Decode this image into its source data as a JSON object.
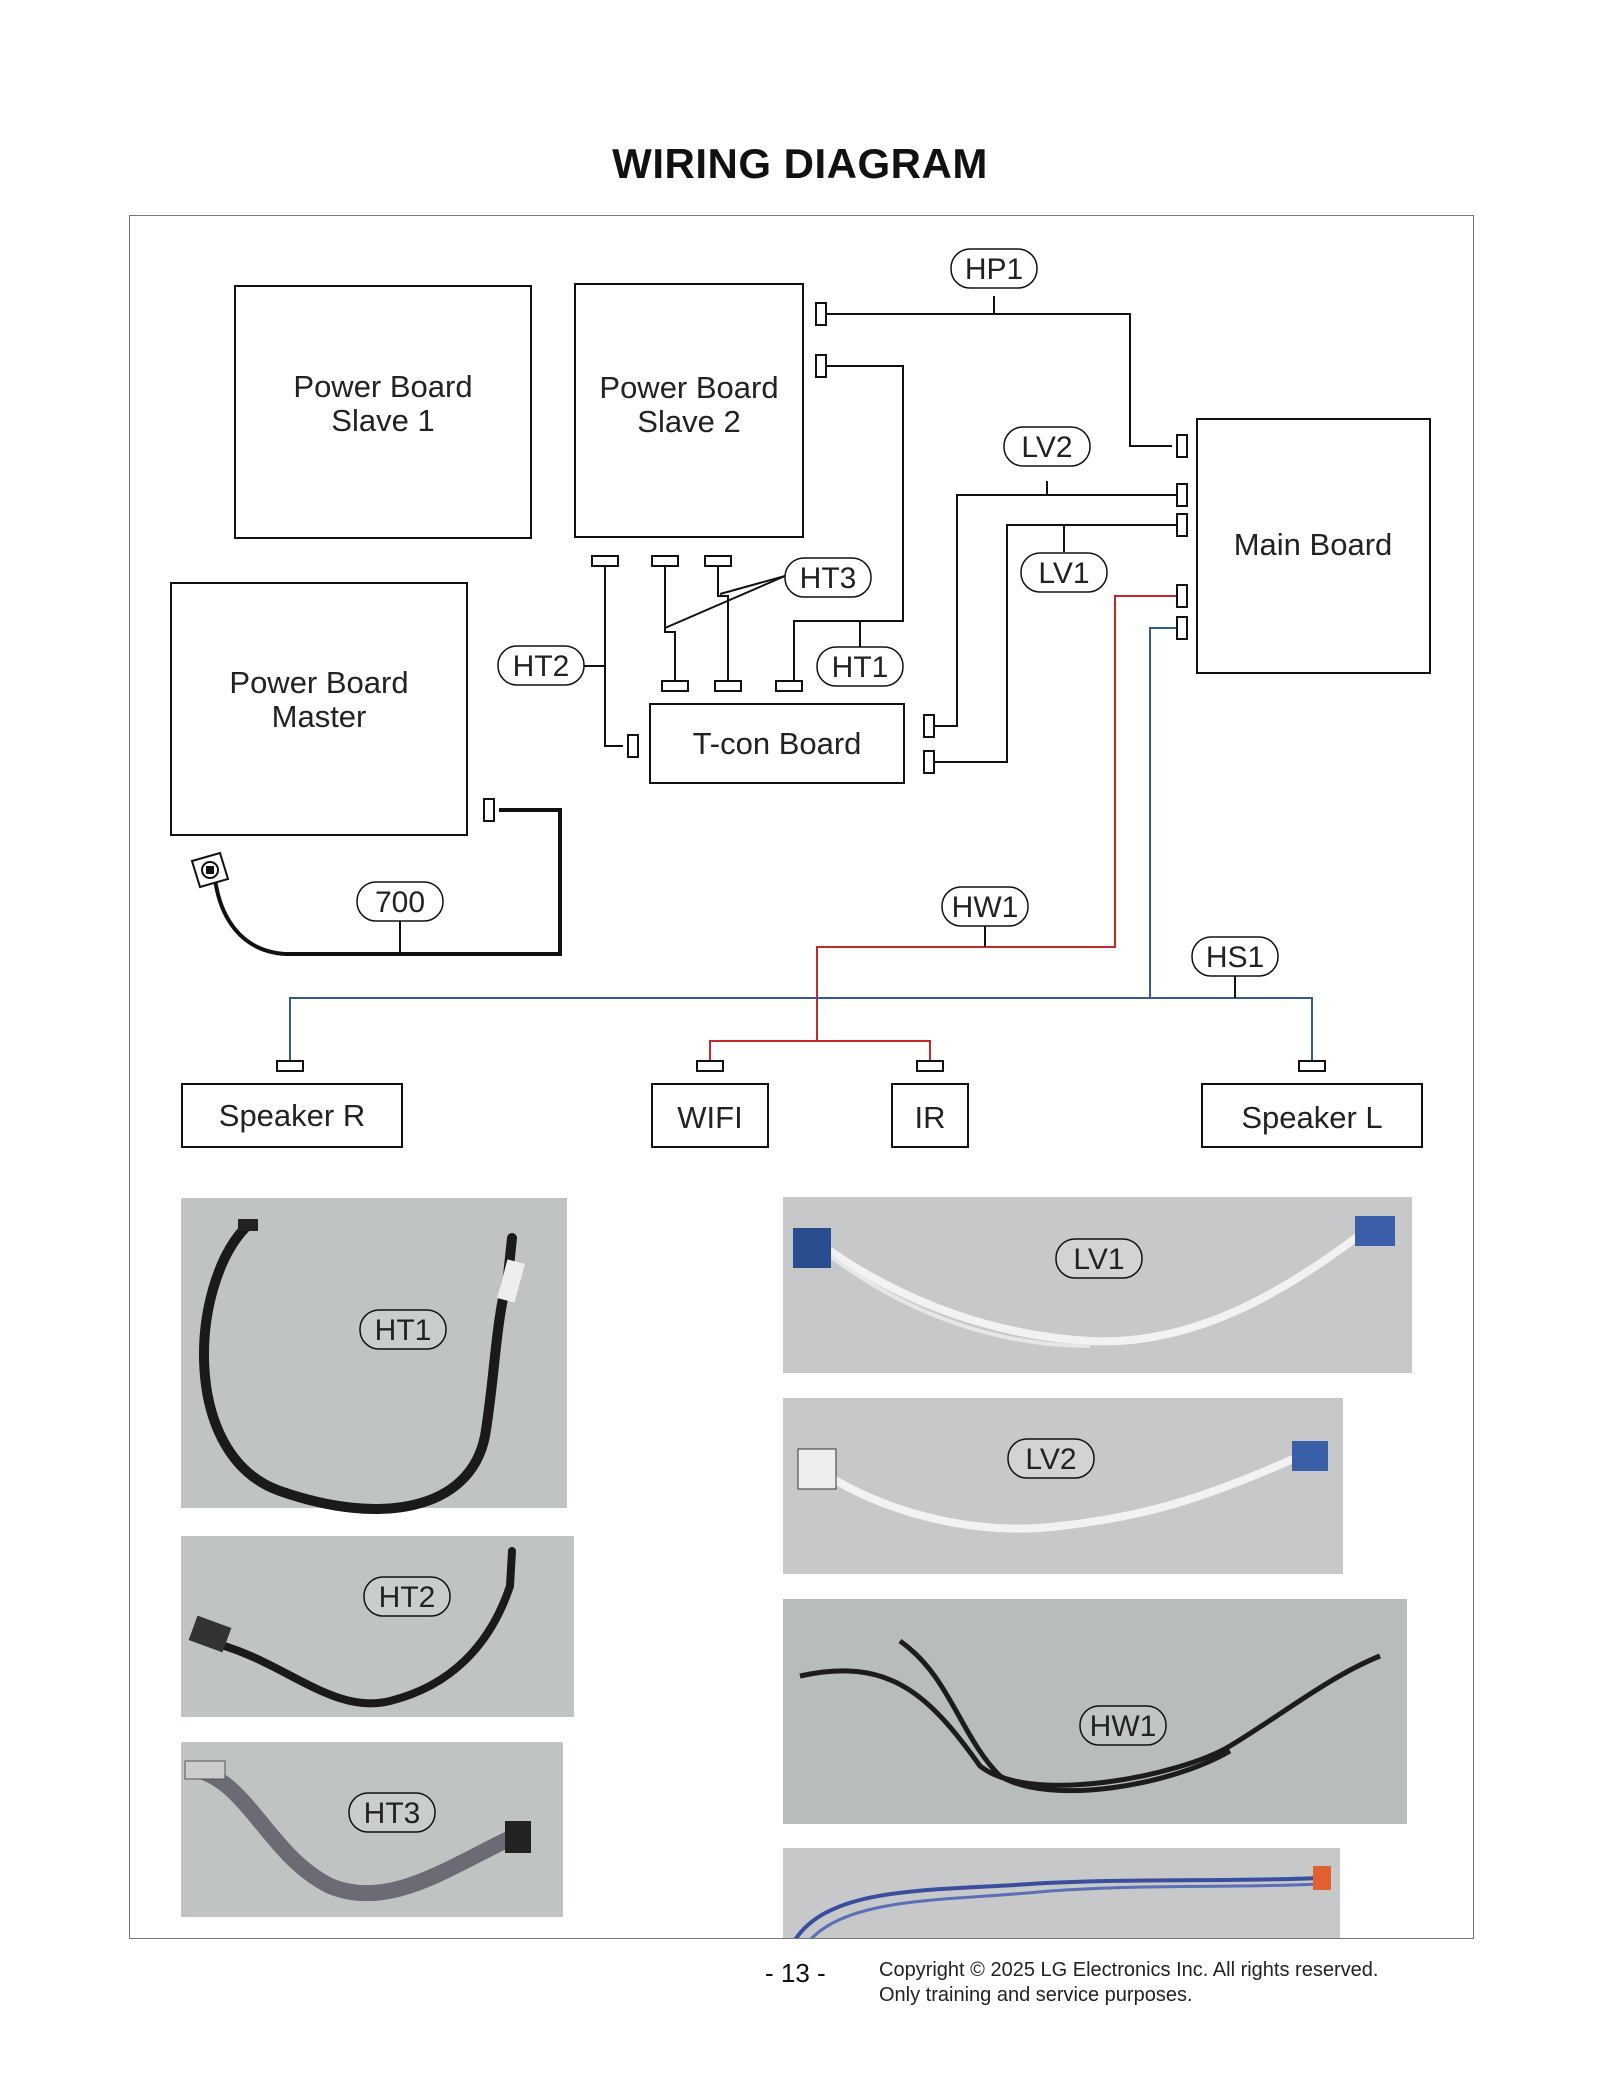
{
  "page_title": "WIRING DIAGRAM",
  "blocks": {
    "ps1": [
      "Power Board",
      "Slave 1"
    ],
    "ps2": [
      "Power Board",
      "Slave 2"
    ],
    "pm": [
      "Power Board",
      "Master"
    ],
    "main": "Main Board",
    "tcon": "T-con Board",
    "spkR": "Speaker R",
    "wifi": "WIFI",
    "ir": "IR",
    "spkL": "Speaker L"
  },
  "cables": {
    "hp1": "HP1",
    "lv2": "LV2",
    "lv1": "LV1",
    "ht3": "HT3",
    "ht2": "HT2",
    "ht1": "HT1",
    "c700": "700",
    "hw1": "HW1",
    "hs1": "HS1"
  },
  "colors": {
    "hw1_wire": "#c0282b",
    "hs1_wire": "#2f5d8e",
    "photo_bg": "#bfc4c3"
  },
  "footer": {
    "page": "- 13 -",
    "copyright": "Copyright © 2025 LG Electronics Inc. All rights reserved.",
    "purpose": "Only training and service purposes."
  }
}
